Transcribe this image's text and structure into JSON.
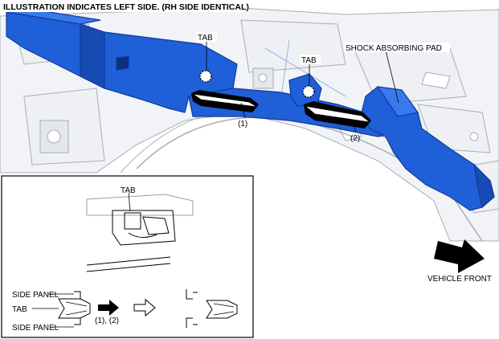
{
  "header": {
    "text": "ILLUSTRATION INDICATES LEFT SIDE. (RH SIDE IDENTICAL)"
  },
  "labels": {
    "tab_1": "TAB",
    "tab_2": "TAB",
    "shock_pad": "SHOCK ABSORBING PAD",
    "step_1": "(1)",
    "step_2": "(2)",
    "vehicle_front": "VEHICLE FRONT"
  },
  "inset": {
    "tab_detail": "TAB",
    "side_panel_top": "SIDE PANEL",
    "tab_side": "TAB",
    "side_panel_bottom": "SIDE PANEL",
    "steps": "(1), (2)"
  },
  "colors": {
    "part_blue": "#1f5fd8",
    "part_blue_dark": "#103c9c",
    "line_gray": "#a8adb6",
    "fill_gray": "#eef0f3"
  },
  "icons": [
    "push-arrow-icon",
    "direction-arrow-icon",
    "outline-arrow-icon",
    "tab-marker-icon"
  ]
}
